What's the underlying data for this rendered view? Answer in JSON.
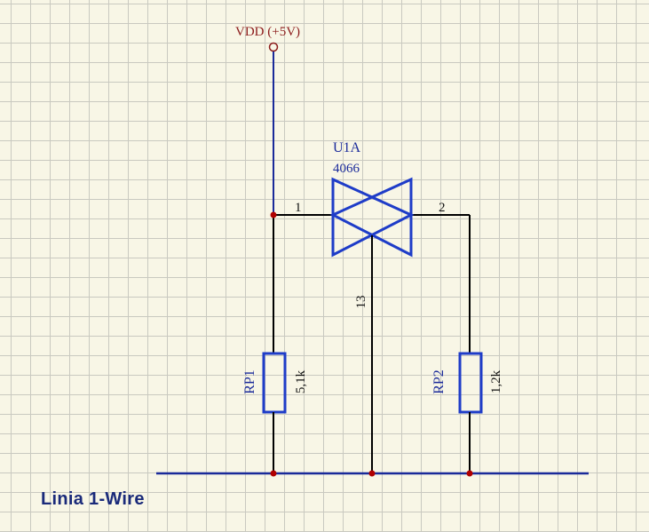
{
  "power": {
    "label": "VDD (+5V)"
  },
  "switch": {
    "ref": "U1A",
    "part": "4066",
    "pin_in": "1",
    "pin_out": "2",
    "pin_ctrl": "13"
  },
  "resistors": [
    {
      "ref": "RP1",
      "value": "5,1k"
    },
    {
      "ref": "RP2",
      "value": "1,2k"
    }
  ],
  "caption": "Linia 1-Wire",
  "colors": {
    "wire": "#000000",
    "symbol": "#1e3cc8",
    "bus": "#1a2a9a",
    "junction": "#b00000",
    "power_label": "#8b1a1a",
    "grid": "#c9c9c0"
  }
}
